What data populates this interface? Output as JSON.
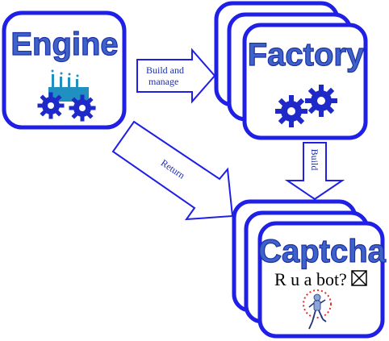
{
  "nodes": {
    "engine": {
      "title": "Engine",
      "icon": "factory-gears-icon"
    },
    "factory": {
      "title": "Factory",
      "icon": "gears-icon"
    },
    "captcha": {
      "title": "Captcha",
      "question": "R u a bot?",
      "checkbox": "checkbox-crossed-icon",
      "image": "running-robot-icon"
    }
  },
  "edges": {
    "build_manage": {
      "label_line1": "Build and",
      "label_line2": "manage"
    },
    "build": {
      "label": "Build"
    },
    "return": {
      "label": "Return"
    }
  },
  "colors": {
    "border": "#1f1fe6",
    "title_fill": "#3d63c9",
    "gear": "#1f29c8",
    "factory_building": "#1f90c0"
  }
}
